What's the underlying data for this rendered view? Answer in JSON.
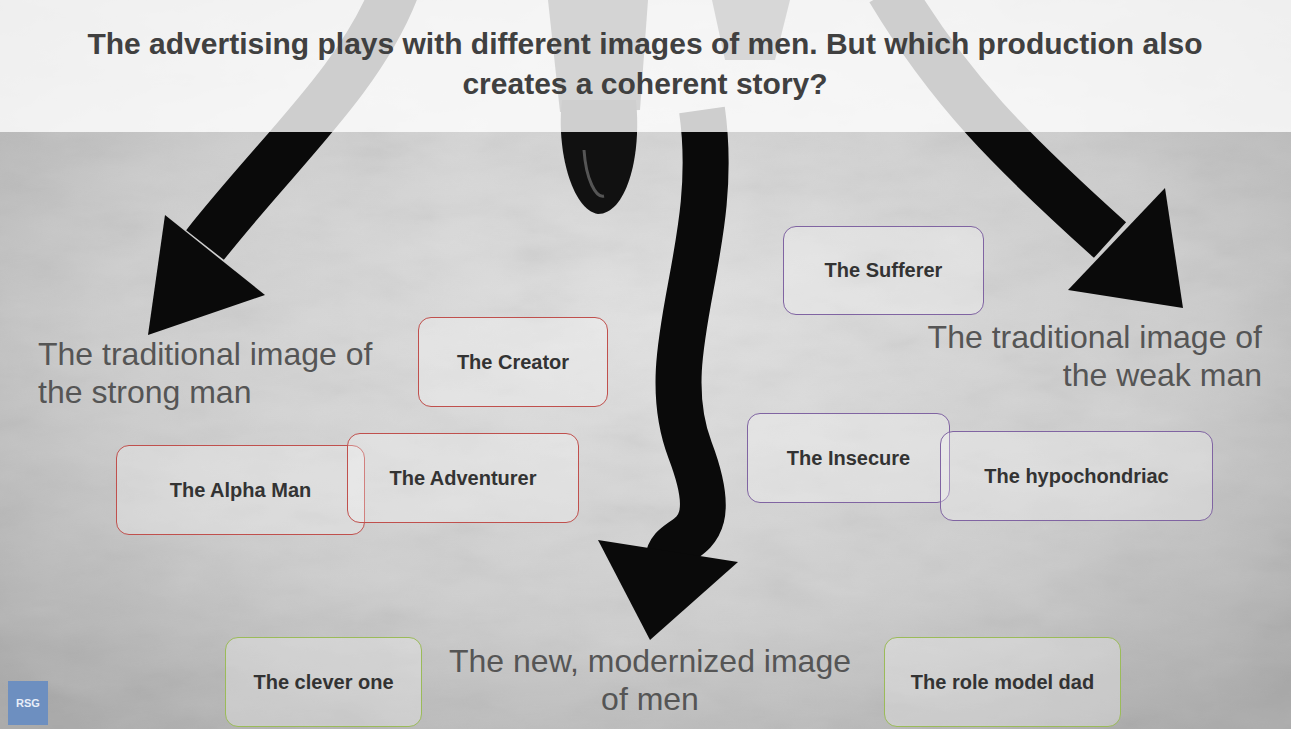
{
  "diagram": {
    "title": "The advertising plays with different images of men. But which production also creates a coherent story?",
    "nodes": [
      {
        "text": [
          "The Creator"
        ]
      },
      {
        "text": [
          "The Alpha Man"
        ]
      },
      {
        "text": [
          "The Adventurer"
        ]
      },
      {
        "text": [
          "The Sufferer"
        ]
      },
      {
        "text": [
          "The Insecure"
        ]
      },
      {
        "text": [
          "The hypochondriac"
        ]
      },
      {
        "text": [
          "The clever one"
        ]
      },
      {
        "text": [
          "The role model dad"
        ]
      }
    ],
    "labels": [
      "The traditional image of the strong man",
      "The traditional image of the weak man",
      "The new, modernized image of men",
      "RSG"
    ]
  }
}
